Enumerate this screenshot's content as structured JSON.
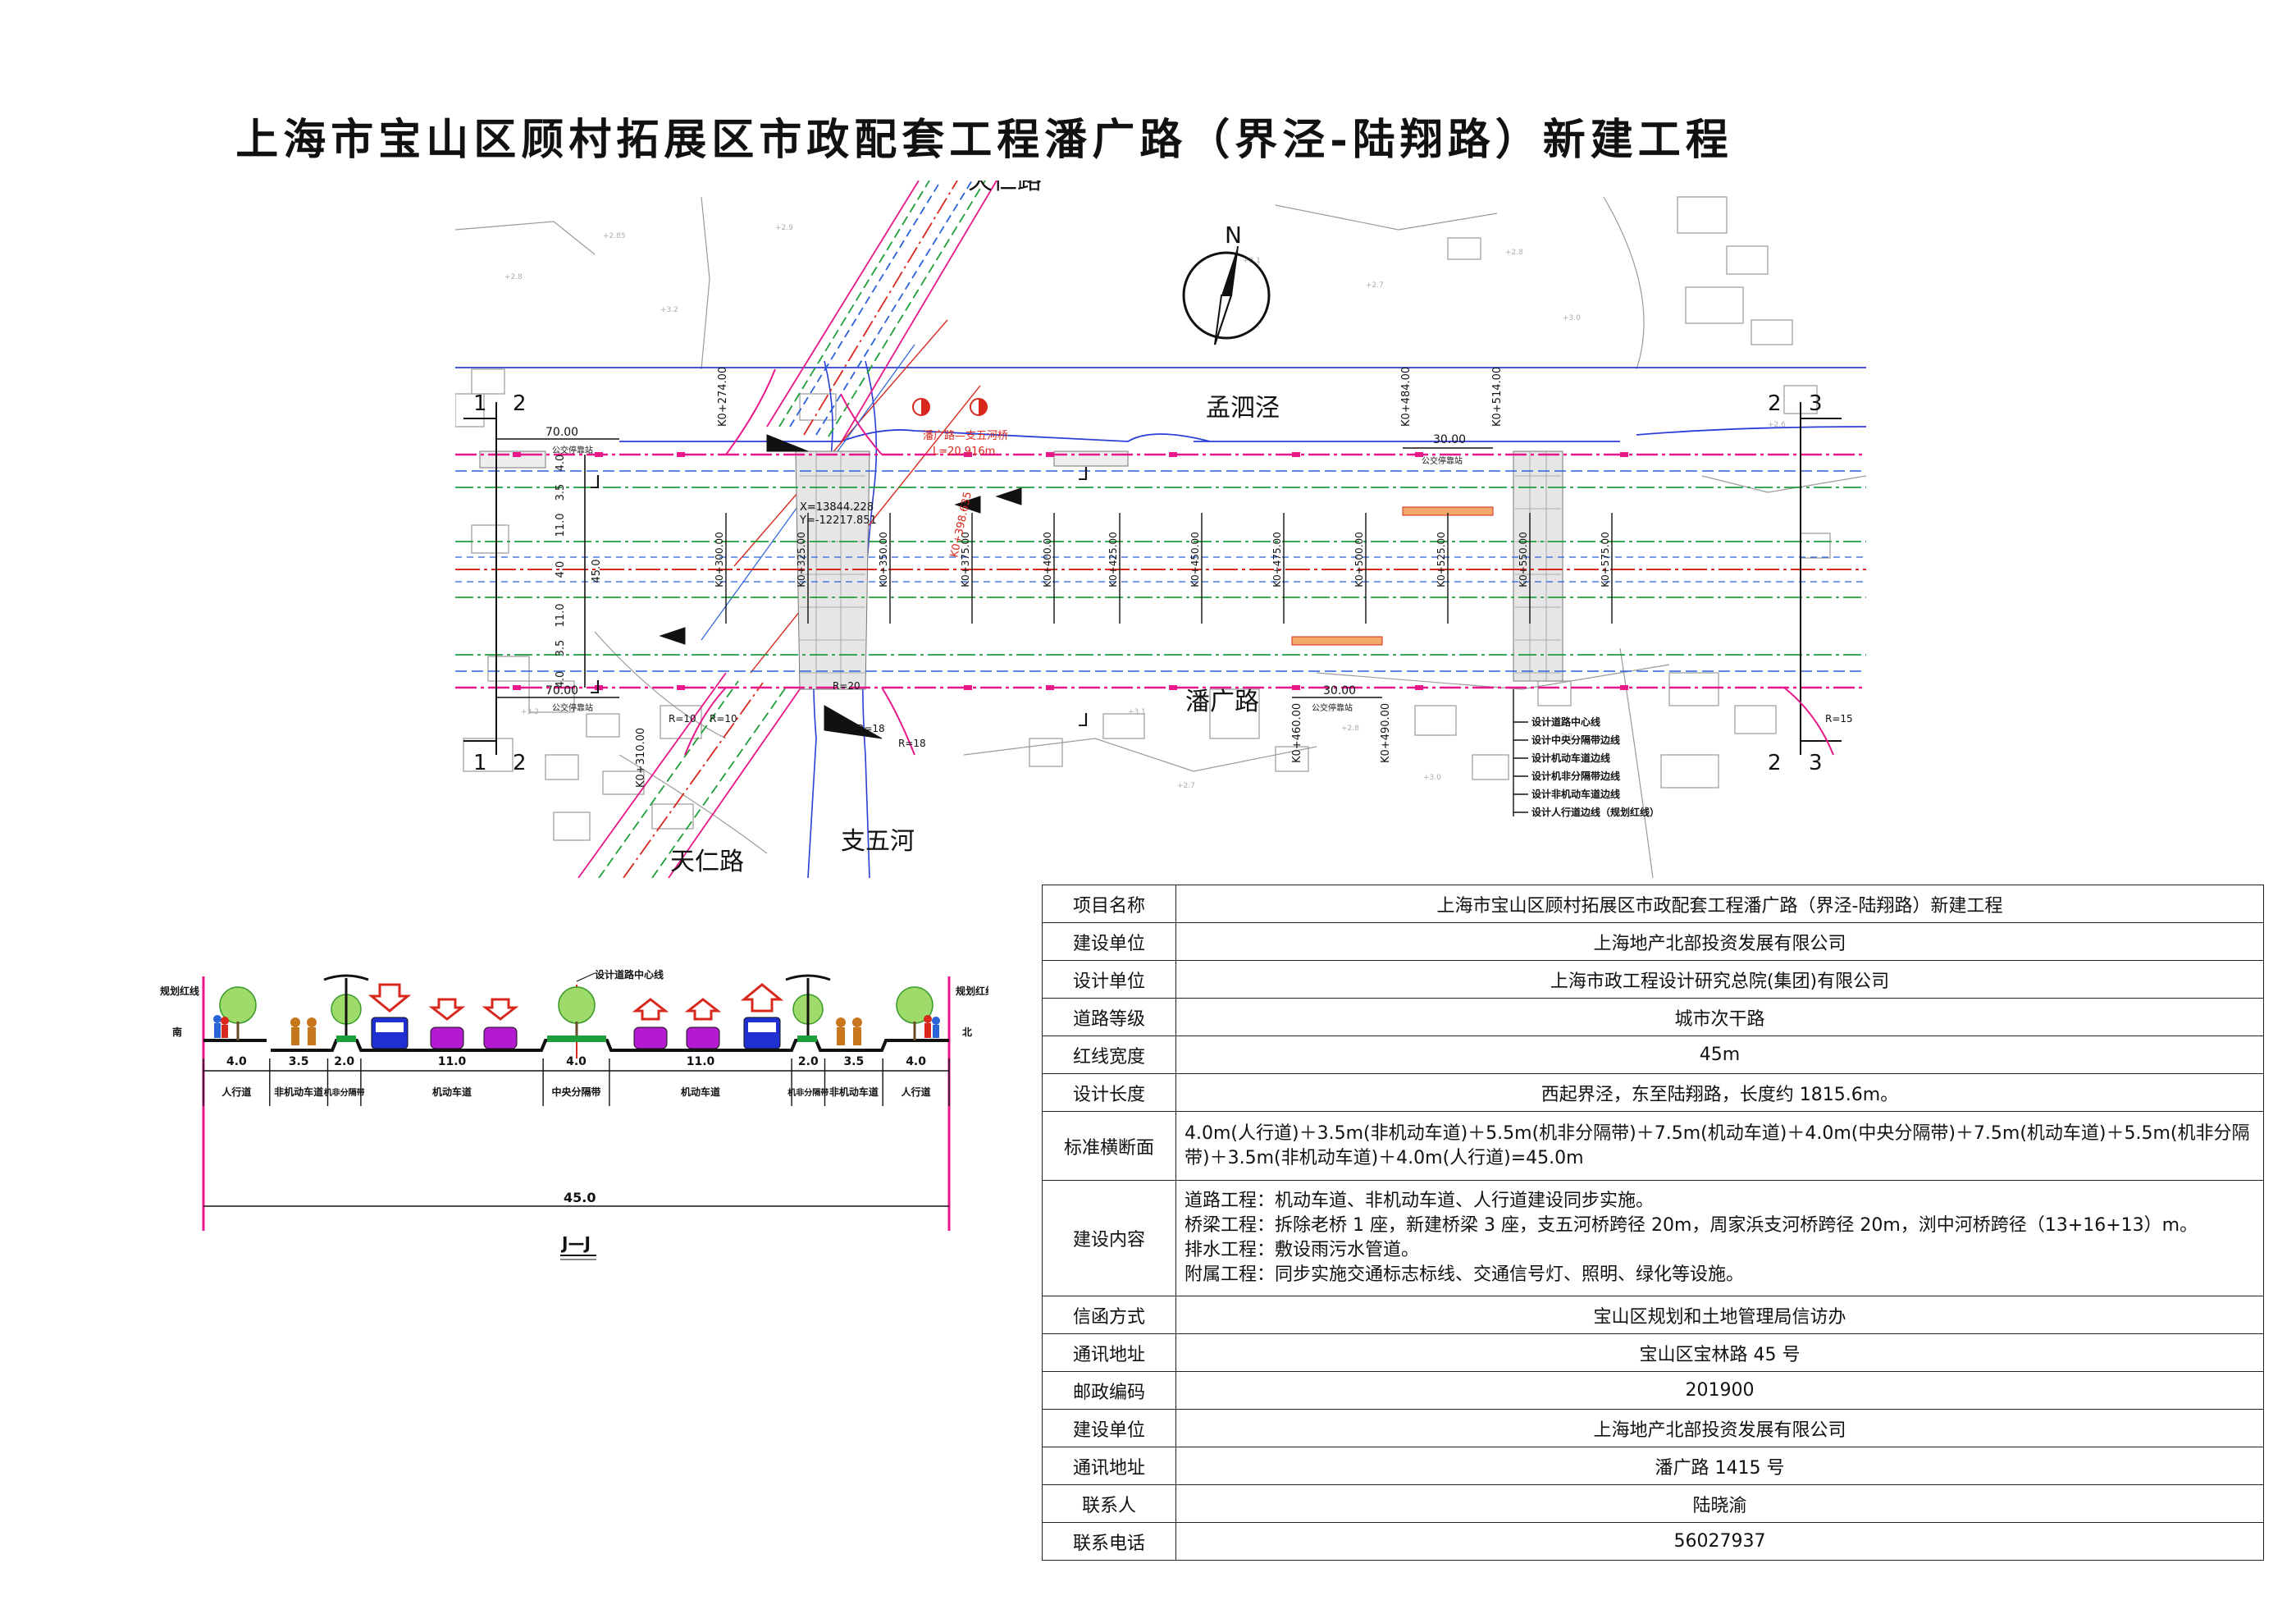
{
  "title": "上海市宝山区顾村拓展区市政配套工程潘广路（界泾-陆翔路）新建工程",
  "plan": {
    "roads": {
      "tianren_top": "天仁路",
      "tianren_bottom": "天仁路",
      "panguang": "潘广路",
      "mengsijing": "孟泗泾",
      "zhiwuhe": "支五河"
    },
    "north": "N",
    "section_marks": [
      "1",
      "2",
      "1",
      "2",
      "2",
      "3",
      "2",
      "3"
    ],
    "stations": [
      {
        "label": "K0+300.00"
      },
      {
        "label": "K0+325.00"
      },
      {
        "label": "K0+350.00"
      },
      {
        "label": "K0+375.00"
      },
      {
        "label": "K0+400.00"
      },
      {
        "label": "K0+425.00"
      },
      {
        "label": "K0+450.00"
      },
      {
        "label": "K0+475.00"
      },
      {
        "label": "K0+500.00"
      },
      {
        "label": "K0+525.00"
      },
      {
        "label": "K0+550.00"
      },
      {
        "label": "K0+575.00"
      }
    ],
    "station_tags": {
      "k484": "K0+484.00",
      "k514": "K0+514.00",
      "k460": "K0+460.00",
      "k490": "K0+490.00",
      "k274": "K0+274.00",
      "k310": "K0+310.00"
    },
    "dims": {
      "d70_top": "70.00",
      "d70_bottom": "70.00",
      "d30_top": "30.00",
      "d30_bottom": "30.00",
      "bus_stop_top": "公交停靠站",
      "bus_stop_bottom": "公交停靠站",
      "lane_stack": [
        "4.0",
        "3.5",
        "11.0",
        "4.0",
        "11.0",
        "3.5",
        "4.0"
      ],
      "total": "45.0"
    },
    "coords": {
      "x": "X=13844.228",
      "y": "Y=-12217.851"
    },
    "bridge_label": "潘广路—支五河桥",
    "bridge_len": "L=20.916m",
    "angle_label": "K0+398.635",
    "radii": [
      "R=10",
      "R=10",
      "R=18",
      "R=18",
      "R=20",
      "R=15"
    ],
    "legend": [
      "设计道路中心线",
      "设计中央分隔带边线",
      "设计机动车道边线",
      "设计机非分隔带边线",
      "设计非机动车道边线",
      "设计人行道边线（规划红线）"
    ]
  },
  "cross_section": {
    "left_red_line": "规划红线",
    "right_red_line": "规划红线",
    "center_label": "设计道路中心线",
    "left_side": "南",
    "right_side": "北",
    "widths": [
      "4.0",
      "3.5",
      "2.0",
      "11.0",
      "4.0",
      "11.0",
      "2.0",
      "3.5",
      "4.0"
    ],
    "parts": [
      "人行道",
      "非机动车道",
      "机非分隔带",
      "机动车道",
      "中央分隔带",
      "机动车道",
      "机非分隔带",
      "非机动车道",
      "人行道"
    ],
    "total": "45.0",
    "name": "J—J"
  },
  "info": [
    {
      "k": "项目名称",
      "v": "上海市宝山区顾村拓展区市政配套工程潘广路（界泾-陆翔路）新建工程"
    },
    {
      "k": "建设单位",
      "v": "上海地产北部投资发展有限公司"
    },
    {
      "k": "设计单位",
      "v": "上海市政工程设计研究总院(集团)有限公司"
    },
    {
      "k": "道路等级",
      "v": "城市次干路"
    },
    {
      "k": "红线宽度",
      "v": "45m"
    },
    {
      "k": "设计长度",
      "v": "西起界泾，东至陆翔路，长度约 1815.6m。"
    },
    {
      "k": "标准横断面",
      "v": "4.0m(人行道)＋3.5m(非机动车道)＋5.5m(机非分隔带)＋7.5m(机动车道)＋4.0m(中央分隔带)＋7.5m(机动车道)＋5.5m(机非分隔带)＋3.5m(非机动车道)＋4.0m(人行道)=45.0m"
    },
    {
      "k": "建设内容",
      "lines": [
        "道路工程：机动车道、非机动车道、人行道建设同步实施。",
        "桥梁工程：拆除老桥 1 座，新建桥梁 3 座，支五河桥跨径 20m，周家浜支河桥跨径 20m，浏中河桥跨径（13+16+13）m。",
        "排水工程：敷设雨污水管道。",
        "附属工程：同步实施交通标志标线、交通信号灯、照明、绿化等设施。"
      ]
    },
    {
      "k": "信函方式",
      "v": "宝山区规划和土地管理局信访办"
    },
    {
      "k": "通讯地址",
      "v": "宝山区宝林路 45 号"
    },
    {
      "k": "邮政编码",
      "v": "201900"
    },
    {
      "k": "建设单位",
      "v": "上海地产北部投资发展有限公司"
    },
    {
      "k": "通讯地址",
      "v": "潘广路 1415 号"
    },
    {
      "k": "联系人",
      "v": "陆晓渝"
    },
    {
      "k": "联系电话",
      "v": "56027937"
    }
  ],
  "colors": {
    "red_line": "#e8178a",
    "center_line": "#d8281e",
    "lane_green": "#1f9f3a",
    "lane_blue": "#2a62d8",
    "river": "#2b3fd6",
    "grey": "#9a9a9a"
  }
}
